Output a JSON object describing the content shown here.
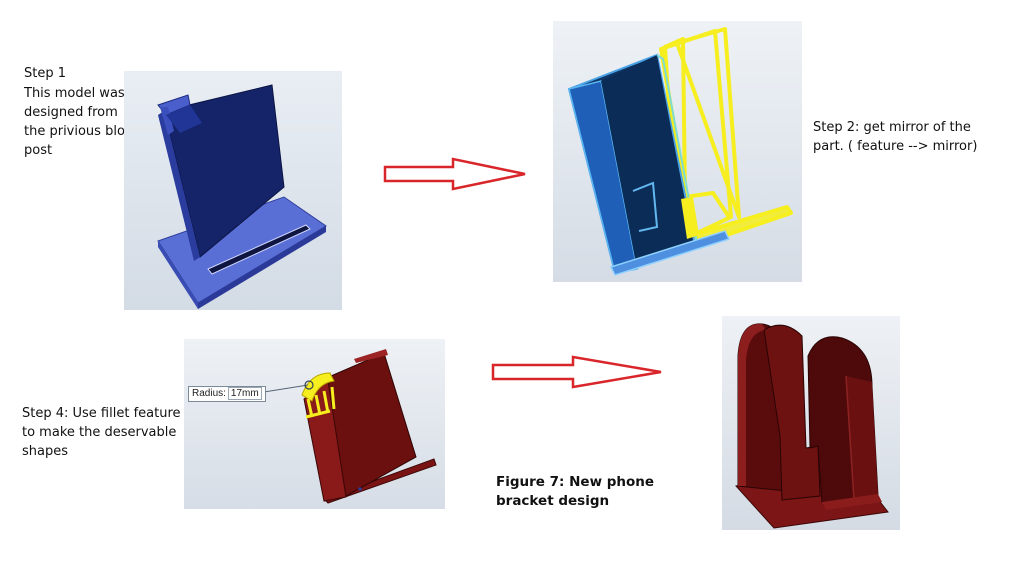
{
  "step1": {
    "title": "Step 1",
    "body": "This model was\ndesigned from\nthe privious blog\npost"
  },
  "step2": {
    "text": "Step 2: get mirror of the\npart. ( feature --> mirror)"
  },
  "step4": {
    "text": "Step 4: Use fillet feature\nto make the deservable\nshapes"
  },
  "caption": {
    "text": "Figure 7: New phone\nbracket design"
  },
  "fillet": {
    "label": "Radius:",
    "value": "17mm"
  },
  "colors": {
    "arrow": "#d9262b",
    "model_blue": "#1b2f7a",
    "mirror_yellow": "#f6ee1e",
    "final_red": "#6b0f0f"
  }
}
